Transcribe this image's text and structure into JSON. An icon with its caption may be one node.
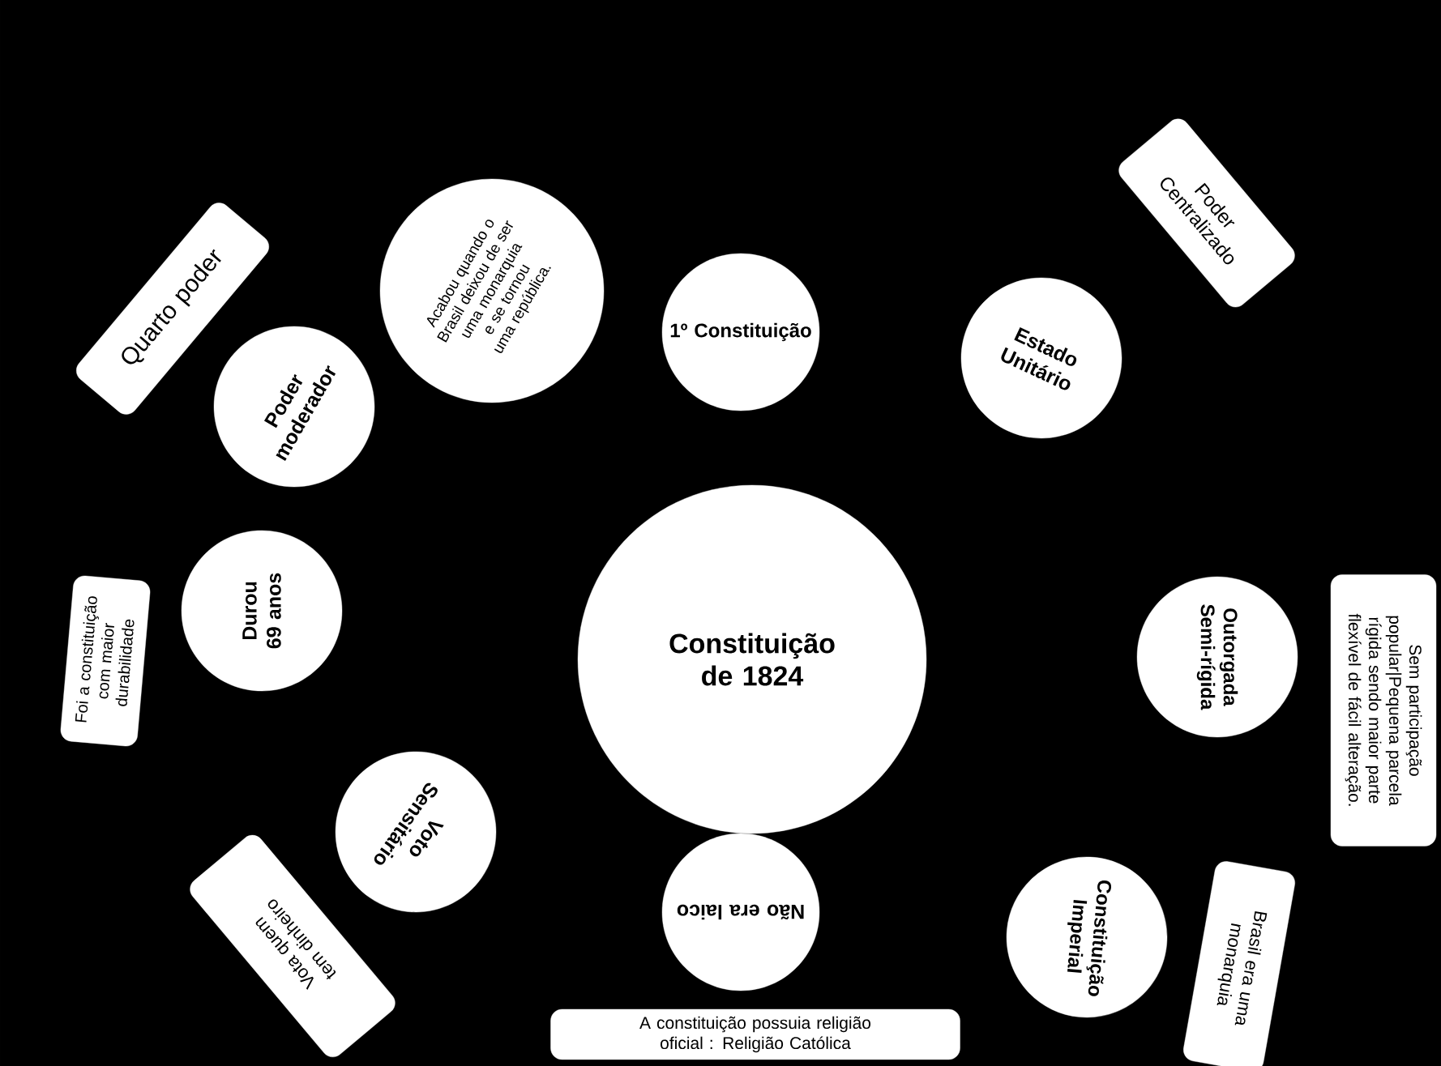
{
  "diagram": {
    "nodes": [
      {
        "text": [
          "Constituição de 1824"
        ]
      },
      {
        "text": [
          "1º Constituição"
        ]
      },
      {
        "text": [
          "Acabou quando o Brasil deixou de ser uma monarquia e se tornou uma república."
        ]
      },
      {
        "text": [
          "Poder moderador"
        ]
      },
      {
        "text": [
          "Quarto poder"
        ]
      },
      {
        "text": [
          "Estado Unitário"
        ]
      },
      {
        "text": [
          "Poder Centralizado"
        ]
      },
      {
        "text": [
          "Durou 69 anos"
        ]
      },
      {
        "text": [
          "Foi a constituição com maior durabilidade"
        ]
      },
      {
        "text": [
          "Outorgada Semi-rígida"
        ]
      },
      {
        "text": [
          "Sem participação popular|Pequena parcela rígida sendo maior parte flexível de fácil alteração."
        ]
      },
      {
        "text": [
          "Voto Sensitário"
        ]
      },
      {
        "text": [
          "Vota quem tem dinheiro"
        ]
      },
      {
        "text": [
          "Não era laico"
        ]
      },
      {
        "text": [
          "A constituição possuia religião oficial : Religião Católica"
        ]
      },
      {
        "text": [
          "Constituição Imperial"
        ]
      },
      {
        "text": [
          "Brasil era uma monarquia"
        ]
      }
    ]
  }
}
